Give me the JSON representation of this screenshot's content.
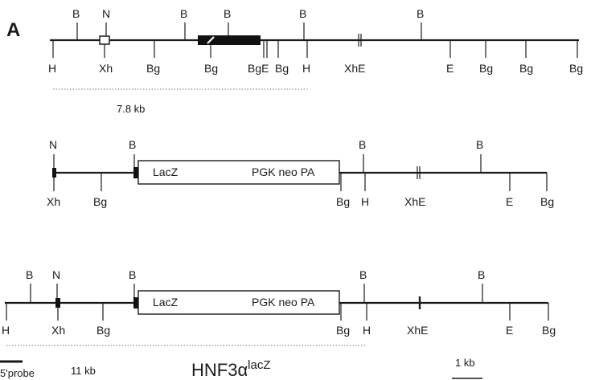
{
  "panel_label": "A",
  "row1": {
    "above": [
      "B",
      "N",
      "B",
      "B",
      "B",
      "B"
    ],
    "below": [
      "H",
      "Xh",
      "Bg",
      "Bg",
      "BgE",
      "Bg",
      "H",
      "XhE",
      "E",
      "Bg",
      "Bg",
      "Bg"
    ],
    "size_label": "7.8 kb"
  },
  "row2": {
    "above": [
      "N",
      "B",
      "B",
      "B"
    ],
    "below": [
      "Xh",
      "Bg",
      "Bg",
      "H",
      "XhE",
      "E",
      "Bg"
    ],
    "box_left": "LacZ",
    "box_right": "PGK neo PA"
  },
  "row3": {
    "above": [
      "B",
      "N",
      "B",
      "B",
      "B"
    ],
    "below": [
      "H",
      "Xh",
      "Bg",
      "Bg",
      "H",
      "XhE",
      "E",
      "Bg"
    ],
    "box_left": "LacZ",
    "box_right": "PGK neo PA"
  },
  "footer": {
    "probe_label": "5'probe",
    "size_label": "11 kb",
    "allele_main": "HNF3α",
    "allele_sup": "lacZ",
    "scale_label": "1 kb"
  }
}
